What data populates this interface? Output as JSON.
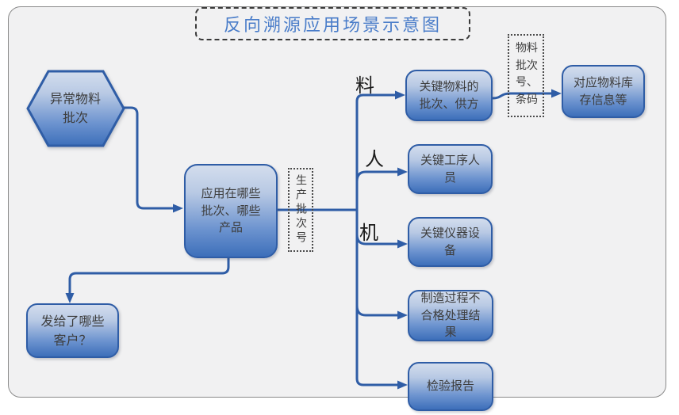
{
  "title": "反向溯源应用场景示意图",
  "nodes": {
    "abnormal_batch": {
      "label": "异常物料批次",
      "shape": "hexagon"
    },
    "applied_batches": {
      "label": "应用在哪些批次、哪些产品"
    },
    "customers": {
      "label": "发给了哪些客户？"
    },
    "material_batch_supplier": {
      "label": "关键物料的批次、供方"
    },
    "process_personnel": {
      "label": "关键工序人员"
    },
    "instruments": {
      "label": "关键仪器设备"
    },
    "nonconforming_result": {
      "label": "制造过程不合格处理结果"
    },
    "inspection_report": {
      "label": "检验报告"
    },
    "inventory_info": {
      "label": "对应物料库存信息等"
    }
  },
  "annotations": {
    "production_batch_no": "生产批次号",
    "material_batch_barcode": "物料批次号、条码"
  },
  "branch_labels": {
    "material": "料",
    "person": "人",
    "machine": "机"
  },
  "colors": {
    "node_border": "#2f5da6",
    "node_gradient_top": "#d3dded",
    "node_gradient_bottom": "#3d6fba",
    "connector": "#2f5da6",
    "title_text": "#4a7dc9",
    "panel_bg": "#f1f1f2",
    "panel_border": "#8a8a8a"
  }
}
